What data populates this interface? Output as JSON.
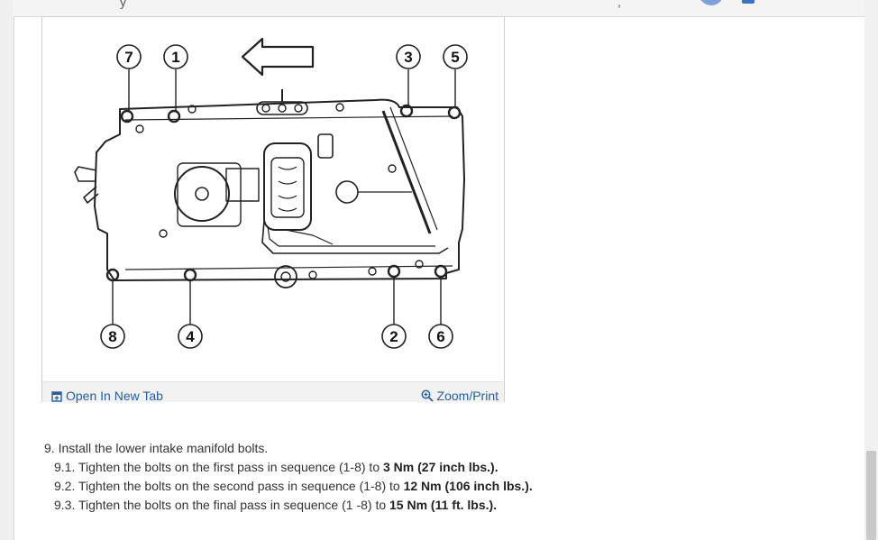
{
  "figure": {
    "callouts": [
      "7",
      "1",
      "3",
      "5",
      "8",
      "4",
      "2",
      "6"
    ],
    "toolbar": {
      "open_new_tab": "Open In New Tab",
      "zoom_print": "Zoom/Print"
    }
  },
  "instructions": {
    "step": "9. Install the lower intake manifold bolts.",
    "substeps": [
      {
        "text": "9.1. Tighten the bolts on the first pass in sequence (1-8) to ",
        "bold": "3 Nm (27 inch lbs.)."
      },
      {
        "text": "9.2. Tighten the bolts on the second pass in sequence (1-8) to ",
        "bold": "12 Nm (106 inch lbs.)."
      },
      {
        "text": "9.3. Tighten the bolts on the final pass in sequence (1 -8) to ",
        "bold": "15 Nm (11 ft. lbs.)."
      }
    ]
  },
  "colors": {
    "link": "#1f5fa8",
    "text": "#333333",
    "line_art": "#222222"
  },
  "icons": {
    "open_new_tab": "external-tab-icon",
    "zoom_print": "zoom-in-icon",
    "direction_arrow": "arrow-left-icon"
  }
}
